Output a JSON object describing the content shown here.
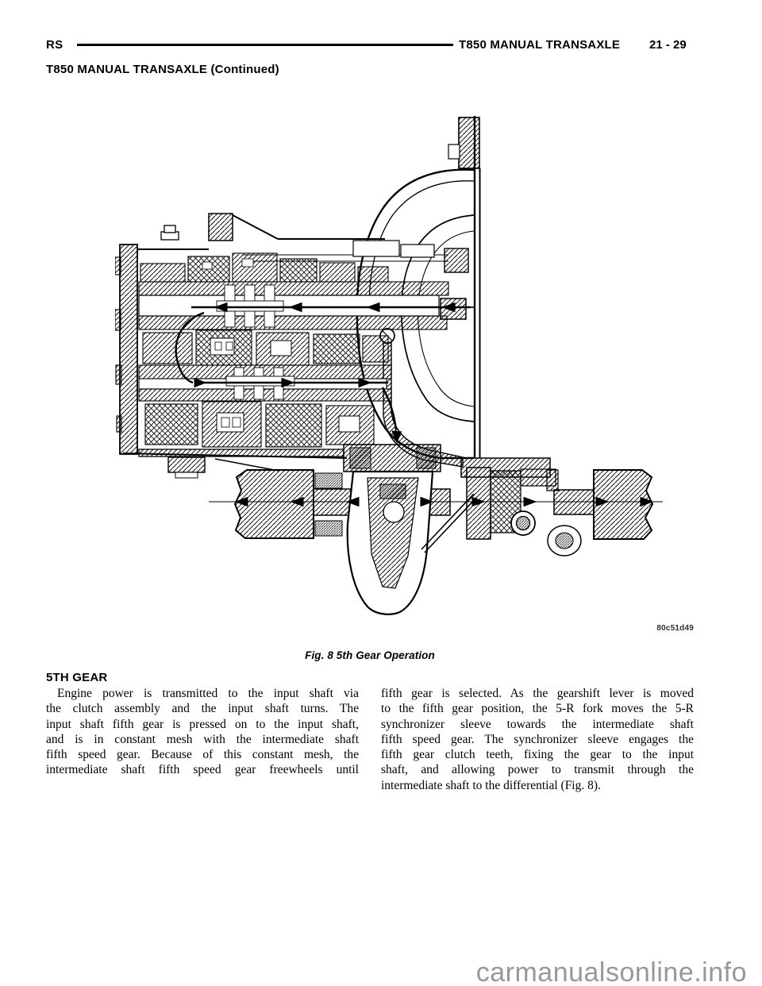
{
  "page": {
    "code": "RS",
    "section_title": "T850 MANUAL TRANSAXLE",
    "page_number": "21 - 29",
    "continued_title": "T850 MANUAL TRANSAXLE (Continued)"
  },
  "figure": {
    "caption": "Fig. 8 5th Gear Operation",
    "image_code": "80c51d49"
  },
  "section": {
    "heading": "5TH GEAR",
    "columns": {
      "left": {
        "lines": [
          "Engine power is transmitted to the input shaft via",
          "the clutch assembly and the input shaft turns. The",
          "input shaft fifth gear is pressed on to the input shaft,",
          "and is in constant mesh with the intermediate shaft",
          "fifth speed gear. Because of this constant mesh, the",
          "intermediate shaft fifth speed gear freewheels until"
        ]
      },
      "right": {
        "lines": [
          "fifth gear is selected. As the gearshift lever is moved",
          "to the fifth gear position, the 5-R fork moves the 5-R",
          "synchronizer sleeve towards the intermediate shaft",
          "fifth speed gear. The synchronizer sleeve engages the",
          "fifth gear clutch teeth, fixing the gear to the input",
          "shaft, and allowing power to transmit through the",
          "intermediate shaft to the differential (Fig. 8)."
        ]
      }
    }
  },
  "watermark": "carmanualsonline.info",
  "colors": {
    "ink": "#000000",
    "watermark_gray": "#98989a"
  }
}
